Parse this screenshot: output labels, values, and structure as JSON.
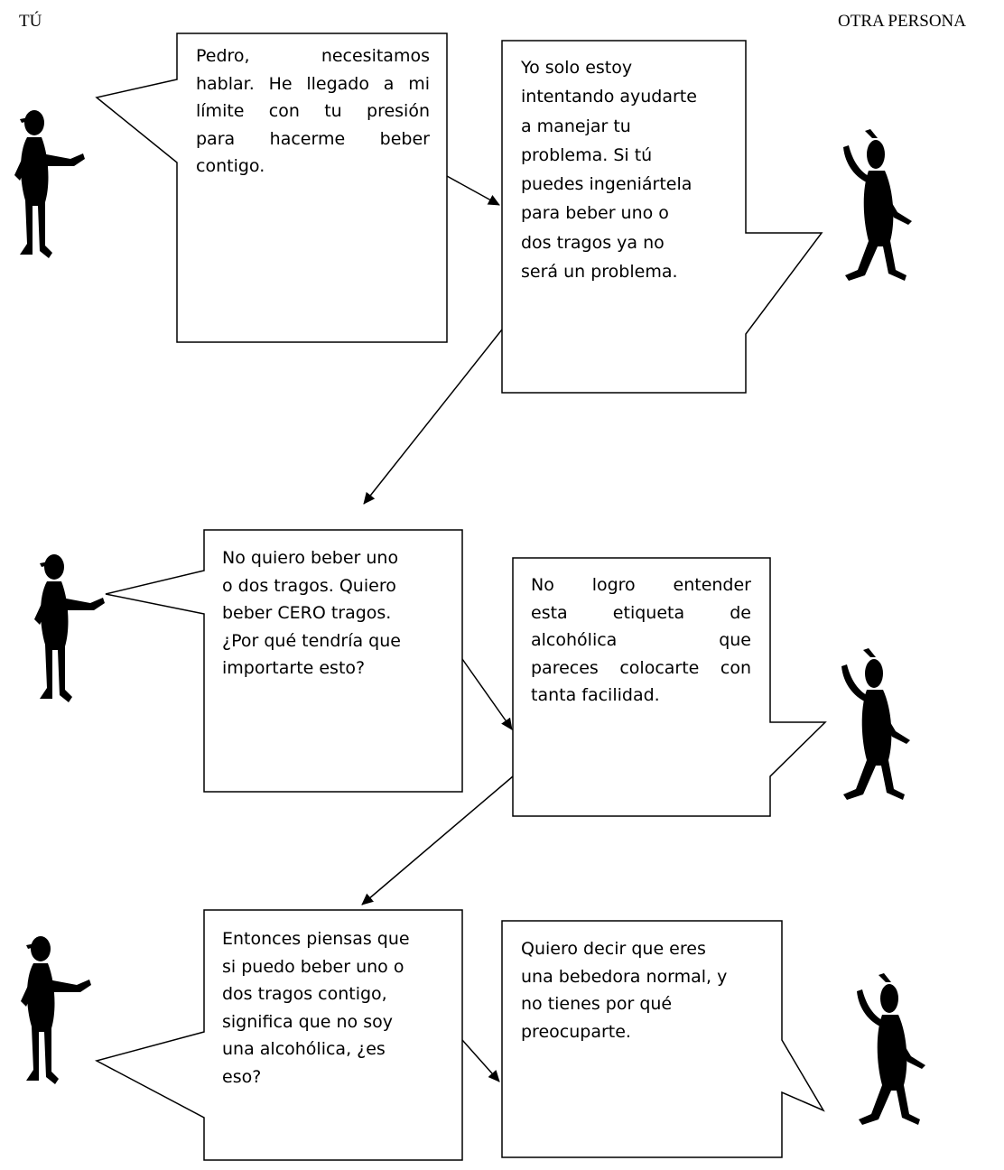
{
  "header": {
    "left_label": "TÚ",
    "right_label": "OTRA PERSONA"
  },
  "bubbles": [
    {
      "speaker": "tu",
      "lines": [
        "Pedro, necesitamos",
        "hablar. He llegado a mi",
        "límite con tu presión",
        "para hacerme beber",
        "contigo."
      ]
    },
    {
      "speaker": "otra_persona",
      "lines": [
        "Yo solo estoy",
        "intentando ayudarte",
        "a manejar tu",
        "problema. Si tú",
        "puedes ingeniártela",
        "para beber uno o",
        "dos tragos ya no",
        "será un problema."
      ]
    },
    {
      "speaker": "tu",
      "lines": [
        "No quiero beber uno",
        "o dos tragos. Quiero",
        "beber CERO tragos.",
        "¿Por qué tendría que",
        "importarte esto?"
      ]
    },
    {
      "speaker": "otra_persona",
      "lines": [
        "No logro entender",
        "esta etiqueta de",
        "alcohólica que",
        "pareces colocarte con",
        "tanta facilidad."
      ]
    },
    {
      "speaker": "tu",
      "lines": [
        "Entonces piensas que",
        "si puedo beber uno o",
        "dos tragos contigo,",
        "significa que no soy",
        "una alcohólica, ¿es",
        "eso?"
      ]
    },
    {
      "speaker": "otra_persona",
      "lines": [
        "Quiero decir que eres",
        "una bebedora normal, y",
        "no tienes por qué",
        "preocuparte."
      ]
    }
  ],
  "colors": {
    "ink": "#000000",
    "paper": "#ffffff"
  },
  "icons": [
    "person-silhouette-icon"
  ]
}
